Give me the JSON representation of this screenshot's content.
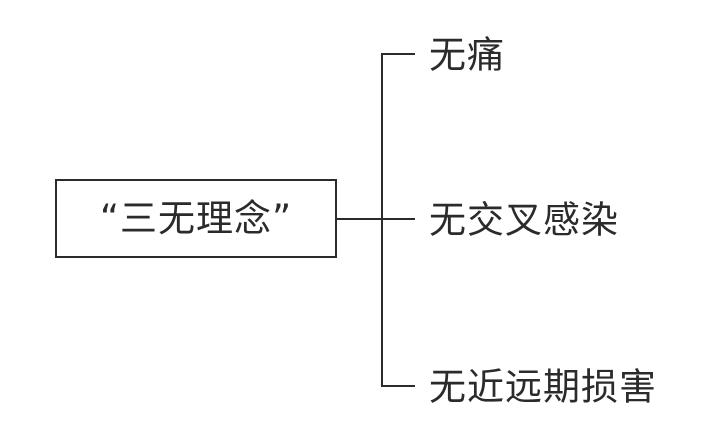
{
  "diagram": {
    "type": "bracket-tree",
    "background_color": "#ffffff",
    "line_color": "#2b2b2b",
    "text_color": "#2b2b2b",
    "root": {
      "label": "“三无理念”"
    },
    "branches": [
      {
        "label": "无痛"
      },
      {
        "label": "无交叉感染"
      },
      {
        "label": "无近远期损害"
      }
    ]
  }
}
